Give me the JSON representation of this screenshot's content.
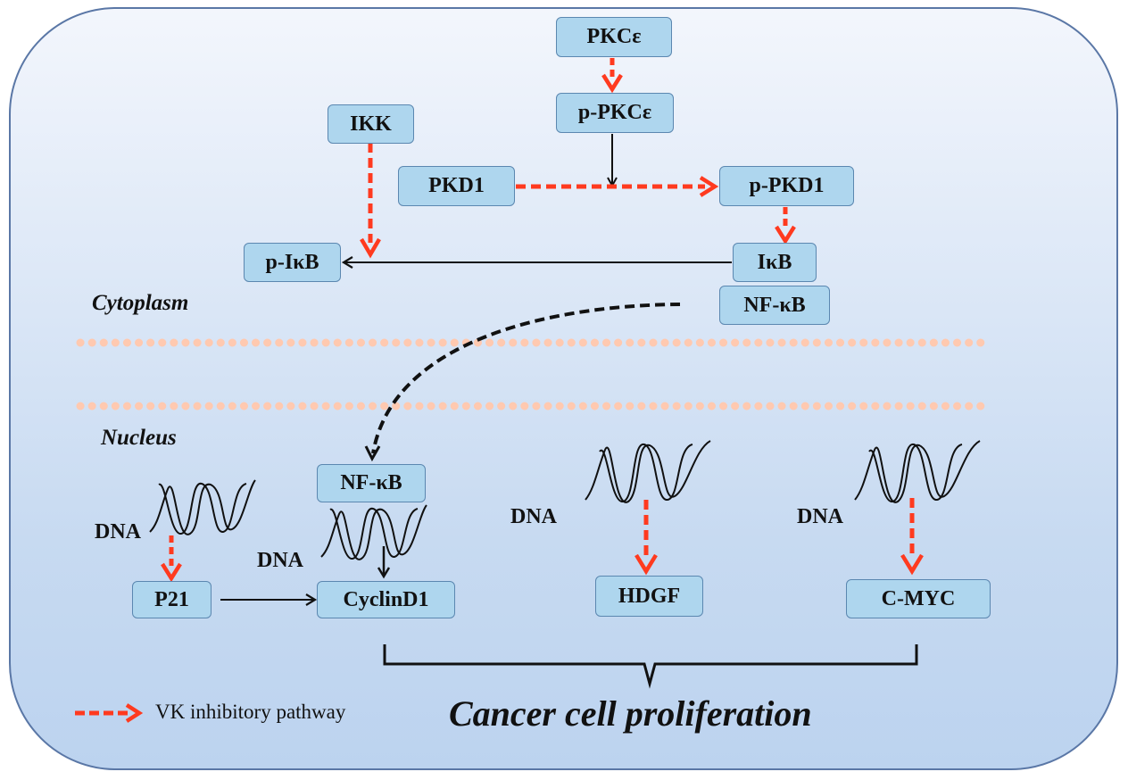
{
  "diagram": {
    "compartments": {
      "cytoplasm": "Cytoplasm",
      "nucleus": "Nucleus"
    },
    "nodes": {
      "pkce": "PKCε",
      "p_pkce": "p-PKCε",
      "ikk": "IKK",
      "pkd1": "PKD1",
      "p_pkd1": "p-PKD1",
      "p_ikb": "p-IκB",
      "ikb": "IκB",
      "nfkb_cyto": "NF-κB",
      "nfkb_nucleus": "NF-κB",
      "p21": "P21",
      "cyclind1": "CyclinD1",
      "hdgf": "HDGF",
      "cmyc": "C-MYC"
    },
    "dna_labels": [
      "DNA",
      "DNA",
      "DNA",
      "DNA"
    ],
    "edges": [
      {
        "from": "PKCε",
        "to": "p-PKCε",
        "style": "red-dashed"
      },
      {
        "from": "p-PKCε",
        "to": "PKD1→p-PKD1",
        "style": "black-solid"
      },
      {
        "from": "PKD1",
        "to": "p-PKD1",
        "style": "red-dashed"
      },
      {
        "from": "IKK",
        "to": "p-IκB",
        "style": "red-dashed"
      },
      {
        "from": "p-PKD1",
        "to": "IκB",
        "style": "red-dashed"
      },
      {
        "from": "IκB",
        "to": "p-IκB",
        "style": "black-solid"
      },
      {
        "from": "NF-κB (cytoplasm)",
        "to": "NF-κB (nucleus)",
        "style": "black-dashed-curved"
      },
      {
        "from": "DNA",
        "to": "P21",
        "style": "red-dashed"
      },
      {
        "from": "P21",
        "to": "CyclinD1",
        "style": "black-solid"
      },
      {
        "from": "DNA (NF-κB bound)",
        "to": "CyclinD1",
        "style": "black-solid"
      },
      {
        "from": "DNA",
        "to": "HDGF",
        "style": "red-dashed"
      },
      {
        "from": "DNA",
        "to": "C-MYC",
        "style": "red-dashed"
      }
    ],
    "colors": {
      "inhibitory_arrow": "#ff3a1f",
      "node_fill": "#aed6ee",
      "node_border": "#5b87b0",
      "membrane": "#ffc9b0",
      "frame_border": "#5a77a6"
    },
    "legend": {
      "icon": "red-dashed-arrow-icon",
      "label": "VK inhibitory pathway"
    },
    "outcome": "Cancer cell proliferation"
  }
}
